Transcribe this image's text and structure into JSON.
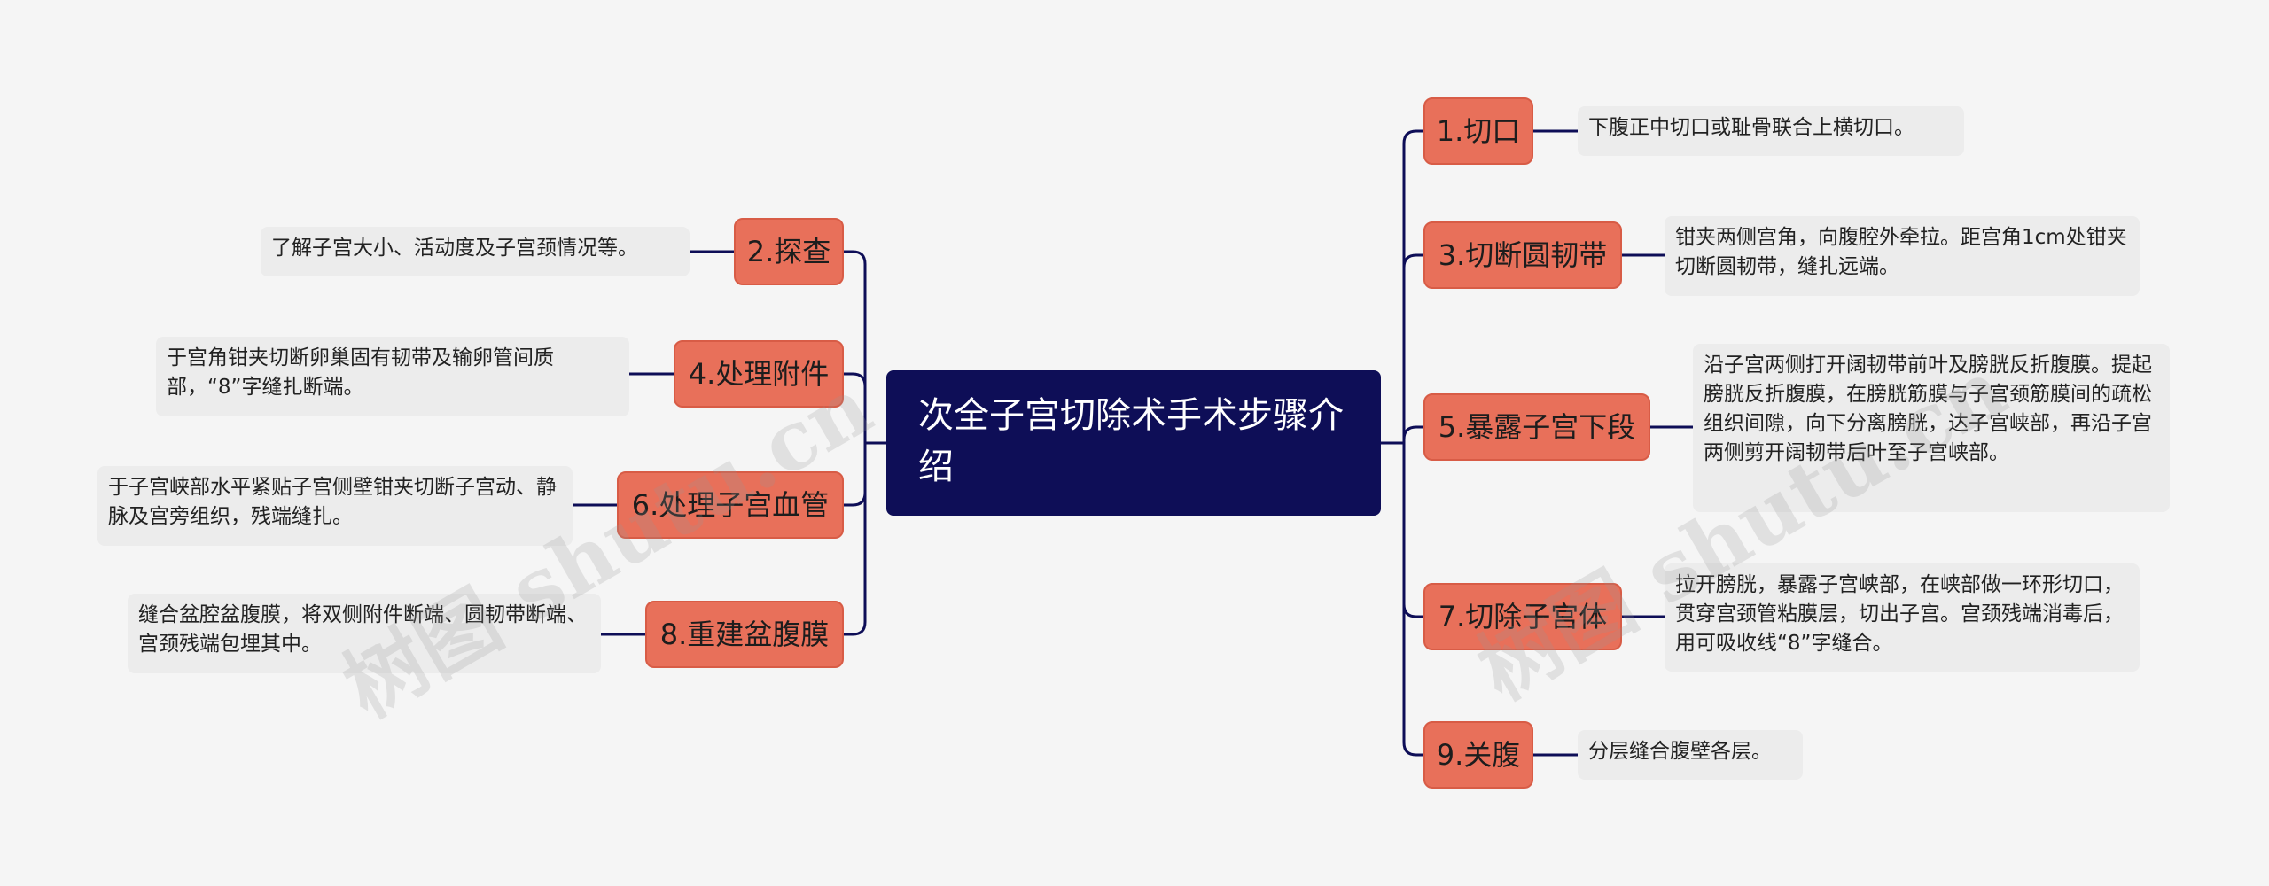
{
  "colors": {
    "root_bg": "#0e0e57",
    "branch_bg": "#e8705a",
    "leaf_bg": "#ececec",
    "line": "#0e0e57",
    "background": "#f5f5f5"
  },
  "root": {
    "title": "次全子宫切除术手术步骤介绍"
  },
  "branches": [
    {
      "label": "1.切口",
      "detail": "下腹正中切口或耻骨联合上横切口。"
    },
    {
      "label": "2.探查",
      "detail": "了解子宫大小、活动度及子宫颈情况等。"
    },
    {
      "label": "3.切断圆韧带",
      "detail": "钳夹两侧宫角，向腹腔外牵拉。距宫角1cm处钳夹切断圆韧带，缝扎远端。"
    },
    {
      "label": "4.处理附件",
      "detail": "于宫角钳夹切断卵巢固有韧带及输卵管间质部，“8”字缝扎断端。"
    },
    {
      "label": "5.暴露子宫下段",
      "detail": "沿子宫两侧打开阔韧带前叶及膀胱反折腹膜。提起膀胱反折腹膜，在膀胱筋膜与子宫颈筋膜间的疏松组织间隙，向下分离膀胱，达子宫峡部，再沿子宫两侧剪开阔韧带后叶至子宫峡部。"
    },
    {
      "label": "6.处理子宫血管",
      "detail": "于子宫峡部水平紧贴子宫侧壁钳夹切断子宫动、静脉及宫旁组织，残端缝扎。"
    },
    {
      "label": "7.切除子宫体",
      "detail": "拉开膀胱，暴露子宫峡部，在峡部做一环形切口，贯穿宫颈管粘膜层，切出子宫。宫颈残端消毒后，用可吸收线“8”字缝合。"
    },
    {
      "label": "8.重建盆腹膜",
      "detail": "缝合盆腔盆腹膜，将双侧附件断端、圆韧带断端、宫颈残端包埋其中。"
    },
    {
      "label": "9.关腹",
      "detail": "分层缝合腹壁各层。"
    }
  ],
  "watermarks": [
    "树图 shutu.cn",
    "树图 shutu.cn"
  ]
}
